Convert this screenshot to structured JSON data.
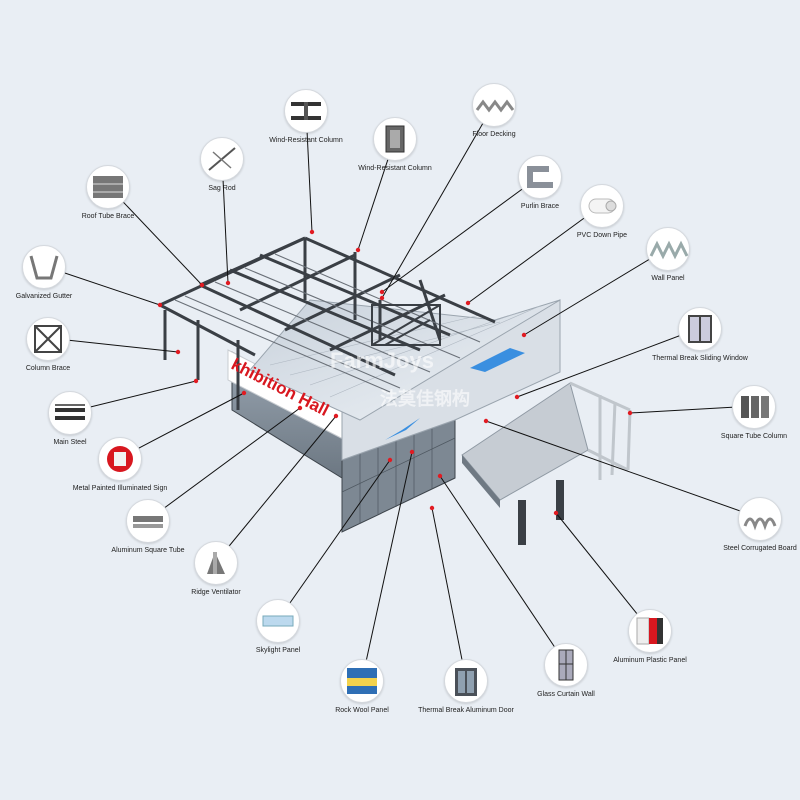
{
  "building": {
    "sign_text": "khibition Hall",
    "watermark_en": "FarmJoys",
    "watermark_cn": "法莫佳钢构"
  },
  "colors": {
    "sign_red": "#d8171f",
    "steel": "#4a4f55",
    "glass": "#8a97a3",
    "panel": "#dfe5ec",
    "skylight": "#3a8fe0",
    "line": "#111111",
    "dot": "#e11b22"
  },
  "callouts": [
    {
      "label": "Wind-Resistant Column",
      "icon": "i-beam-icon"
    },
    {
      "label": "Wind-Resistant Column",
      "icon": "box-column-icon"
    },
    {
      "label": "Floor Decking",
      "icon": "floor-decking-icon"
    },
    {
      "label": "Sag Rod",
      "icon": "rod-icon"
    },
    {
      "label": "Roof Tube Brace",
      "icon": "tube-brace-icon"
    },
    {
      "label": "Purlin Brace",
      "icon": "purlin-icon"
    },
    {
      "label": "PVC Down Pipe",
      "icon": "pipe-icon"
    },
    {
      "label": "Galvanized Gutter",
      "icon": "gutter-icon"
    },
    {
      "label": "Wall Panel",
      "icon": "wall-panel-icon"
    },
    {
      "label": "Column Brace",
      "icon": "column-brace-icon"
    },
    {
      "label": "Thermal Break Sliding Window",
      "icon": "window-icon"
    },
    {
      "label": "Main Steel",
      "icon": "main-steel-icon"
    },
    {
      "label": "Square Tube Column",
      "icon": "square-tube-icon"
    },
    {
      "label": "Metal Painted Illuminated Sign",
      "icon": "sign-icon"
    },
    {
      "label": "Aluminum Square Tube",
      "icon": "alu-tube-icon"
    },
    {
      "label": "Steel Corrugated Board",
      "icon": "corrugated-icon"
    },
    {
      "label": "Ridge Ventilator",
      "icon": "ventilator-icon"
    },
    {
      "label": "Skylight Panel",
      "icon": "skylight-icon"
    },
    {
      "label": "Aluminum Plastic Panel",
      "icon": "alu-plastic-icon"
    },
    {
      "label": "Rock Wool Panel",
      "icon": "rockwool-icon"
    },
    {
      "label": "Glass Curtain Wall",
      "icon": "curtain-wall-icon"
    },
    {
      "label": "Thermal Break Aluminum Door",
      "icon": "door-icon"
    }
  ]
}
